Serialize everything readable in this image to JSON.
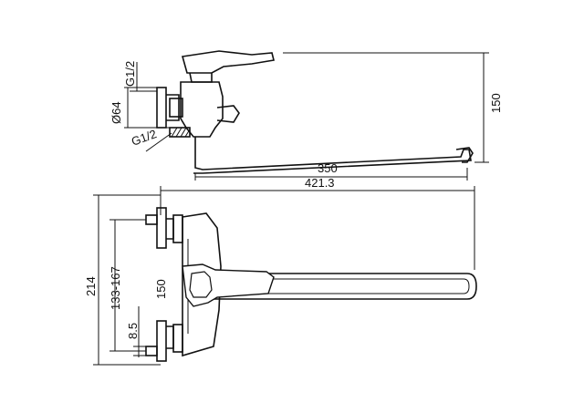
{
  "drawing": {
    "dimensions": {
      "g12_top": "G1/2",
      "d64": "Ø64",
      "g12_bottom": "G1/2",
      "h150_side": "150",
      "l350": "350",
      "l4213": "421.3",
      "h214": "214",
      "h133_167": "133-167",
      "h150_front": "150",
      "h85": "8.5"
    }
  }
}
